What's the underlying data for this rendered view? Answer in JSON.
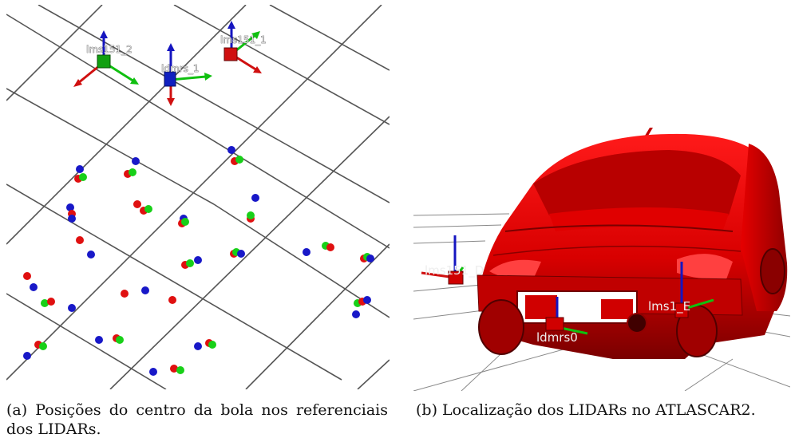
{
  "panel_a": {
    "frame_labels": [
      "lms151_2",
      "ldmrs_1",
      "lms151_1"
    ],
    "colors": {
      "red": "#e01010",
      "green": "#10d010",
      "blue": "#1010c8",
      "grid": "#555555"
    }
  },
  "panel_b": {
    "frame_labels": [
      "lms151_D",
      "lms1_E",
      "ldmrs0"
    ],
    "colors": {
      "car": "#e00000",
      "car_dark": "#8a0000"
    }
  },
  "captions": {
    "a": "(a) Posições do centro da bola nos referenciais dos LIDARs.",
    "b": "(b) Localização dos LIDARs no ATLASCAR2."
  }
}
